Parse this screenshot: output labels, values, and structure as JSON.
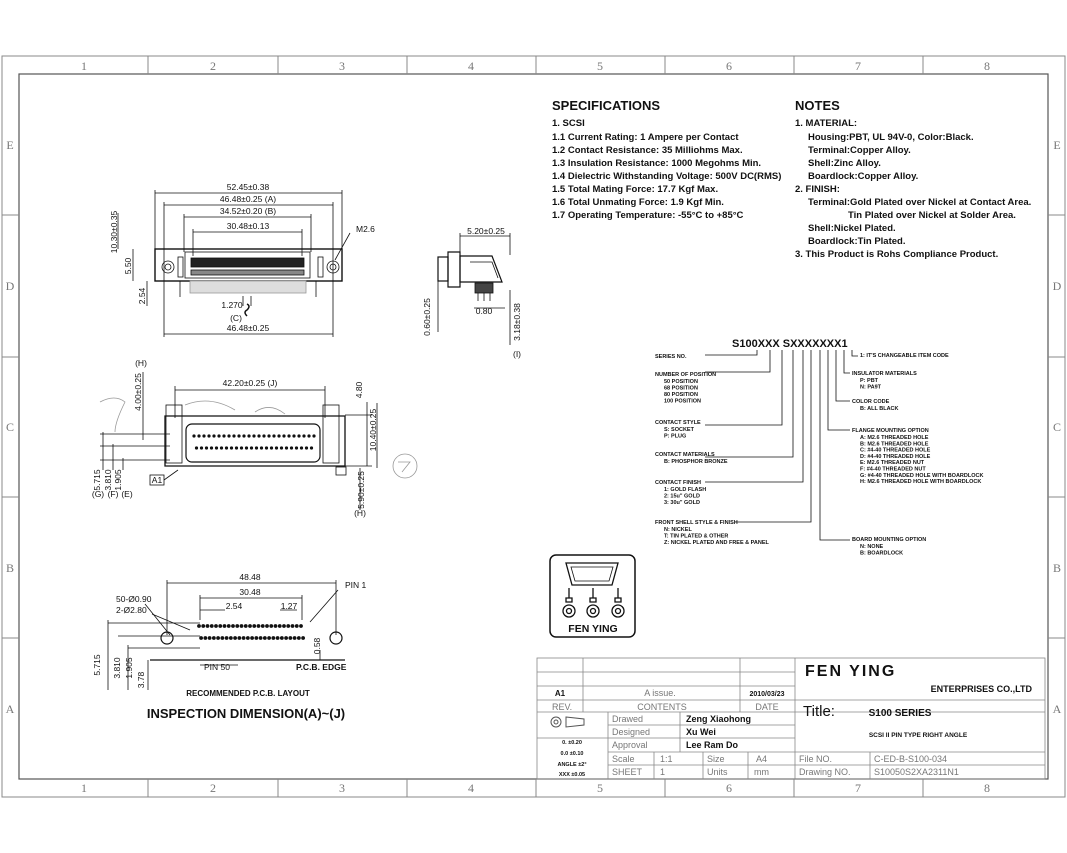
{
  "frame": {
    "columns": [
      "1",
      "2",
      "3",
      "4",
      "5",
      "6",
      "7",
      "8"
    ],
    "rows": [
      "E",
      "D",
      "C",
      "B",
      "A"
    ]
  },
  "specifications": {
    "title": "SPECIFICATIONS",
    "lines": [
      "1. SCSI",
      "1.1 Current Rating: 1 Ampere per Contact",
      "1.2 Contact Resistance: 35 Milliohms Max.",
      "1.3 Insulation Resistance: 1000 Megohms Min.",
      "1.4 Dielectric Withstanding Voltage: 500V DC(RMS)",
      "1.5 Total Mating Force: 17.7 Kgf Max.",
      "1.6 Total Unmating Force: 1.9 Kgf Min.",
      "1.7 Operating Temperature: -55°C to +85°C"
    ]
  },
  "notes": {
    "title": "NOTES",
    "lines": [
      "1. MATERIAL:",
      "Housing:PBT, UL 94V-0, Color:Black.",
      "Terminal:Copper Alloy.",
      "Shell:Zinc Alloy.",
      "Boardlock:Copper Alloy.",
      "2. FINISH:",
      "Terminal:Gold Plated over Nickel at Contact Area.",
      "Tin Plated over Nickel at Solder Area.",
      "Shell:Nickel Plated.",
      "Boardlock:Tin Plated.",
      "3. This Product is Rohs Compliance Product."
    ]
  },
  "part_code": {
    "code": "S100XXX SXXXXXXX1",
    "left_labels": [
      {
        "head": "SERIES NO.",
        "items": []
      },
      {
        "head": "NUMBER OF POSITION",
        "items": [
          "50 POSITION",
          "68 POSITION",
          "80 POSITION",
          "100 POSITION"
        ]
      },
      {
        "head": "CONTACT STYLE",
        "items": [
          "S: SOCKET",
          "P: PLUG"
        ]
      },
      {
        "head": "CONTACT MATERIALS",
        "items": [
          "B: PHOSPHOR BRONZE"
        ]
      },
      {
        "head": "CONTACT FINISH",
        "items": [
          "1: GOLD FLASH",
          "2: 15u\" GOLD",
          "3: 30u\" GOLD"
        ]
      },
      {
        "head": "FRONT SHELL STYLE & FINISH",
        "items": [
          "N: NICKEL",
          "T: TIN PLATED & OTHER",
          "Z: NICKEL PLATED AND FREE & PANEL"
        ]
      }
    ],
    "right_labels": [
      {
        "head": "1: IT'S CHANGEABLE ITEM CODE",
        "items": []
      },
      {
        "head": "INSULATOR MATERIALS",
        "items": [
          "P: PBT",
          "N: PA9T"
        ]
      },
      {
        "head": "COLOR CODE",
        "items": [
          "B: ALL BLACK"
        ]
      },
      {
        "head": "FLANGE MOUNTING OPTION",
        "items": [
          "A: M2.6 THREADED HOLE",
          "B: M2.6 THREADED HOLE",
          "C: #4-40 THREADED HOLE",
          "D: #4-40 THREADED HOLE",
          "E: M2.6 THREADED NUT",
          "F: #4-40 THREADED NUT",
          "G: #4-40 THREADED HOLE WITH BOARDLOCK",
          "H: M2.6 THREADED HOLE WITH BOARDLOCK"
        ]
      },
      {
        "head": "BOARD MOUNTING OPTION",
        "items": [
          "N: NONE",
          "B: BOARDLOCK"
        ]
      }
    ]
  },
  "logo": {
    "text": "FEN YING"
  },
  "dimensions": {
    "top_view": [
      "52.45±0.38",
      "46.48±0.25 (A)",
      "34.52±0.20 (B)",
      "30.48±0.13",
      "1.270",
      "(C)",
      "46.48±0.25",
      "M2.6",
      "10.30±0.35",
      "5.50",
      "2.54"
    ],
    "side_view": [
      "5.20±0.25",
      "0.80",
      "0.60±0.25",
      "3.18±0.38",
      "(I)"
    ],
    "front_view": [
      "42.20±0.25 (J)",
      "4.80",
      "10.40±0.25",
      "5.90±0.25",
      "4.00±0.25",
      "(H)",
      "(H)",
      "5.715",
      "3.810",
      "1.905",
      "(G)",
      "(F)",
      "(E)",
      "A1"
    ],
    "layout": [
      "48.48",
      "30.48",
      "2.54",
      "1.27",
      "50-Ø0.90",
      "2-Ø2.80",
      "PIN 1",
      "PIN 50",
      "P.C.B. EDGE",
      "5.715",
      "3.810",
      "1.905",
      "3.78",
      "0.58"
    ],
    "layout_caption": "RECOMMENDED P.C.B. LAYOUT",
    "inspection_caption": "INSPECTION DIMENSION(A)~(J)"
  },
  "title_block": {
    "company": "FEN YING",
    "company_sub": "ENTERPRISES CO.,LTD",
    "rev_value": "A1",
    "rev_issue": "A issue.",
    "rev_date": "2010/03/23",
    "rev_label": "REV.",
    "contents_label": "CONTENTS",
    "date_label": "DATE",
    "drawed_label": "Drawed",
    "drawed_value": "Zeng Xiaohong",
    "designed_label": "Designed",
    "designed_value": "Xu Wei",
    "approval_label": "Approval",
    "approval_value": "Lee Ram Do",
    "title_label": "Title:",
    "title_value": "S100 SERIES",
    "subtitle_value": "SCSI II PIN TYPE RIGHT ANGLE",
    "scale_label": "Scale",
    "scale_value": "1:1",
    "size_label": "Size",
    "size_value": "A4",
    "sheet_label": "SHEET",
    "sheet_value": "1",
    "units_label": "Units",
    "units_value": "mm",
    "fileno_label": "File NO.",
    "fileno_value": "C-ED-B-S100-034",
    "drawingno_label": "Drawing NO.",
    "drawingno_value": "S10050S2XA2311N1",
    "tol_lines": [
      "0. ±0.20",
      "0.0 ±0.10",
      "ANGLE ±2°",
      "XXX ±0.05"
    ]
  }
}
